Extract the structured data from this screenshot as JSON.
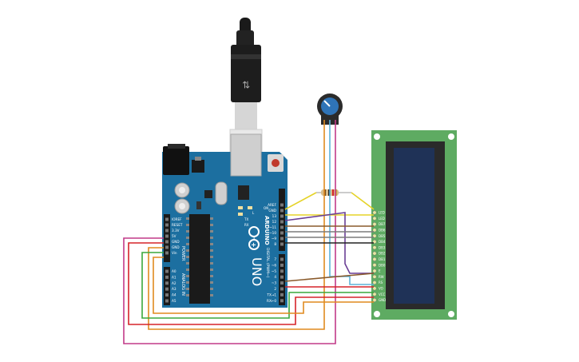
{
  "arduino": {
    "brand": "ARDUINO",
    "model": "UNO",
    "tx_label": "TX",
    "rx_label": "RX",
    "l_label": "L",
    "on_label": "ON",
    "power_section": "POWER",
    "analog_section": "ANALOG IN",
    "digital_section": "DIGITAL (PWM~)",
    "power_pins": [
      "IOREF",
      "RESET",
      "3.3V",
      "5V",
      "GND",
      "GND",
      "Vin"
    ],
    "analog_pins": [
      "A0",
      "A1",
      "A2",
      "A3",
      "A4",
      "A5"
    ],
    "digital_top_pins": [
      "AREF",
      "GND",
      "13",
      "12",
      "~11",
      "~10",
      "~9",
      "8"
    ],
    "digital_bottom_pins": [
      "7",
      "~6",
      "~5",
      "4",
      "~3",
      "2",
      "TX→1",
      "RX←0"
    ]
  },
  "lcd": {
    "pin_labels": [
      "LED",
      "LED",
      "DB7",
      "DB6",
      "DB5",
      "DB4",
      "DB3",
      "DB2",
      "DB1",
      "DB0",
      "E",
      "RW",
      "RS",
      "VO",
      "VCC",
      "GND"
    ]
  },
  "colors": {
    "board": "#1c6fa0",
    "lcd_pcb": "#5eab62",
    "lcd_screen": "#1f3257",
    "wire_yellow": "#e5d328",
    "wire_purple": "#6a3f95",
    "wire_orange": "#e08a1f",
    "wire_green": "#3aa83d",
    "wire_red": "#d6232a",
    "wire_magenta": "#c23a88",
    "wire_cyan": "#5fb4d8",
    "wire_brown": "#8a5a2b",
    "wire_gray": "#7a7a7a",
    "wire_black": "#222222"
  }
}
